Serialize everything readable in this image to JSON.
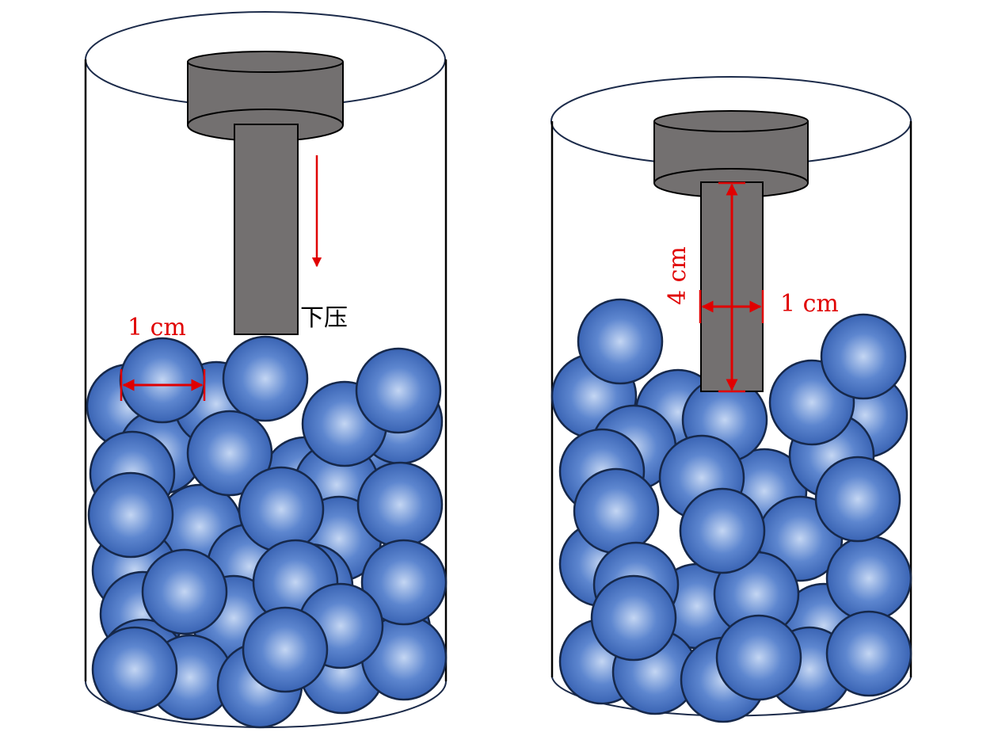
{
  "left_panel": {
    "press_label": "下压",
    "ball_diameter_label": "1 cm"
  },
  "right_panel": {
    "rod_length_label": "4 cm",
    "rod_width_label": "1 cm"
  },
  "colors": {
    "ball": "#3f6cbf",
    "ball_highlight": "#c4d6f3",
    "ball_outline": "#16284a",
    "piston": "#737070",
    "annotation": "#e00000",
    "cylinder_outline": "#1c2b4a"
  }
}
